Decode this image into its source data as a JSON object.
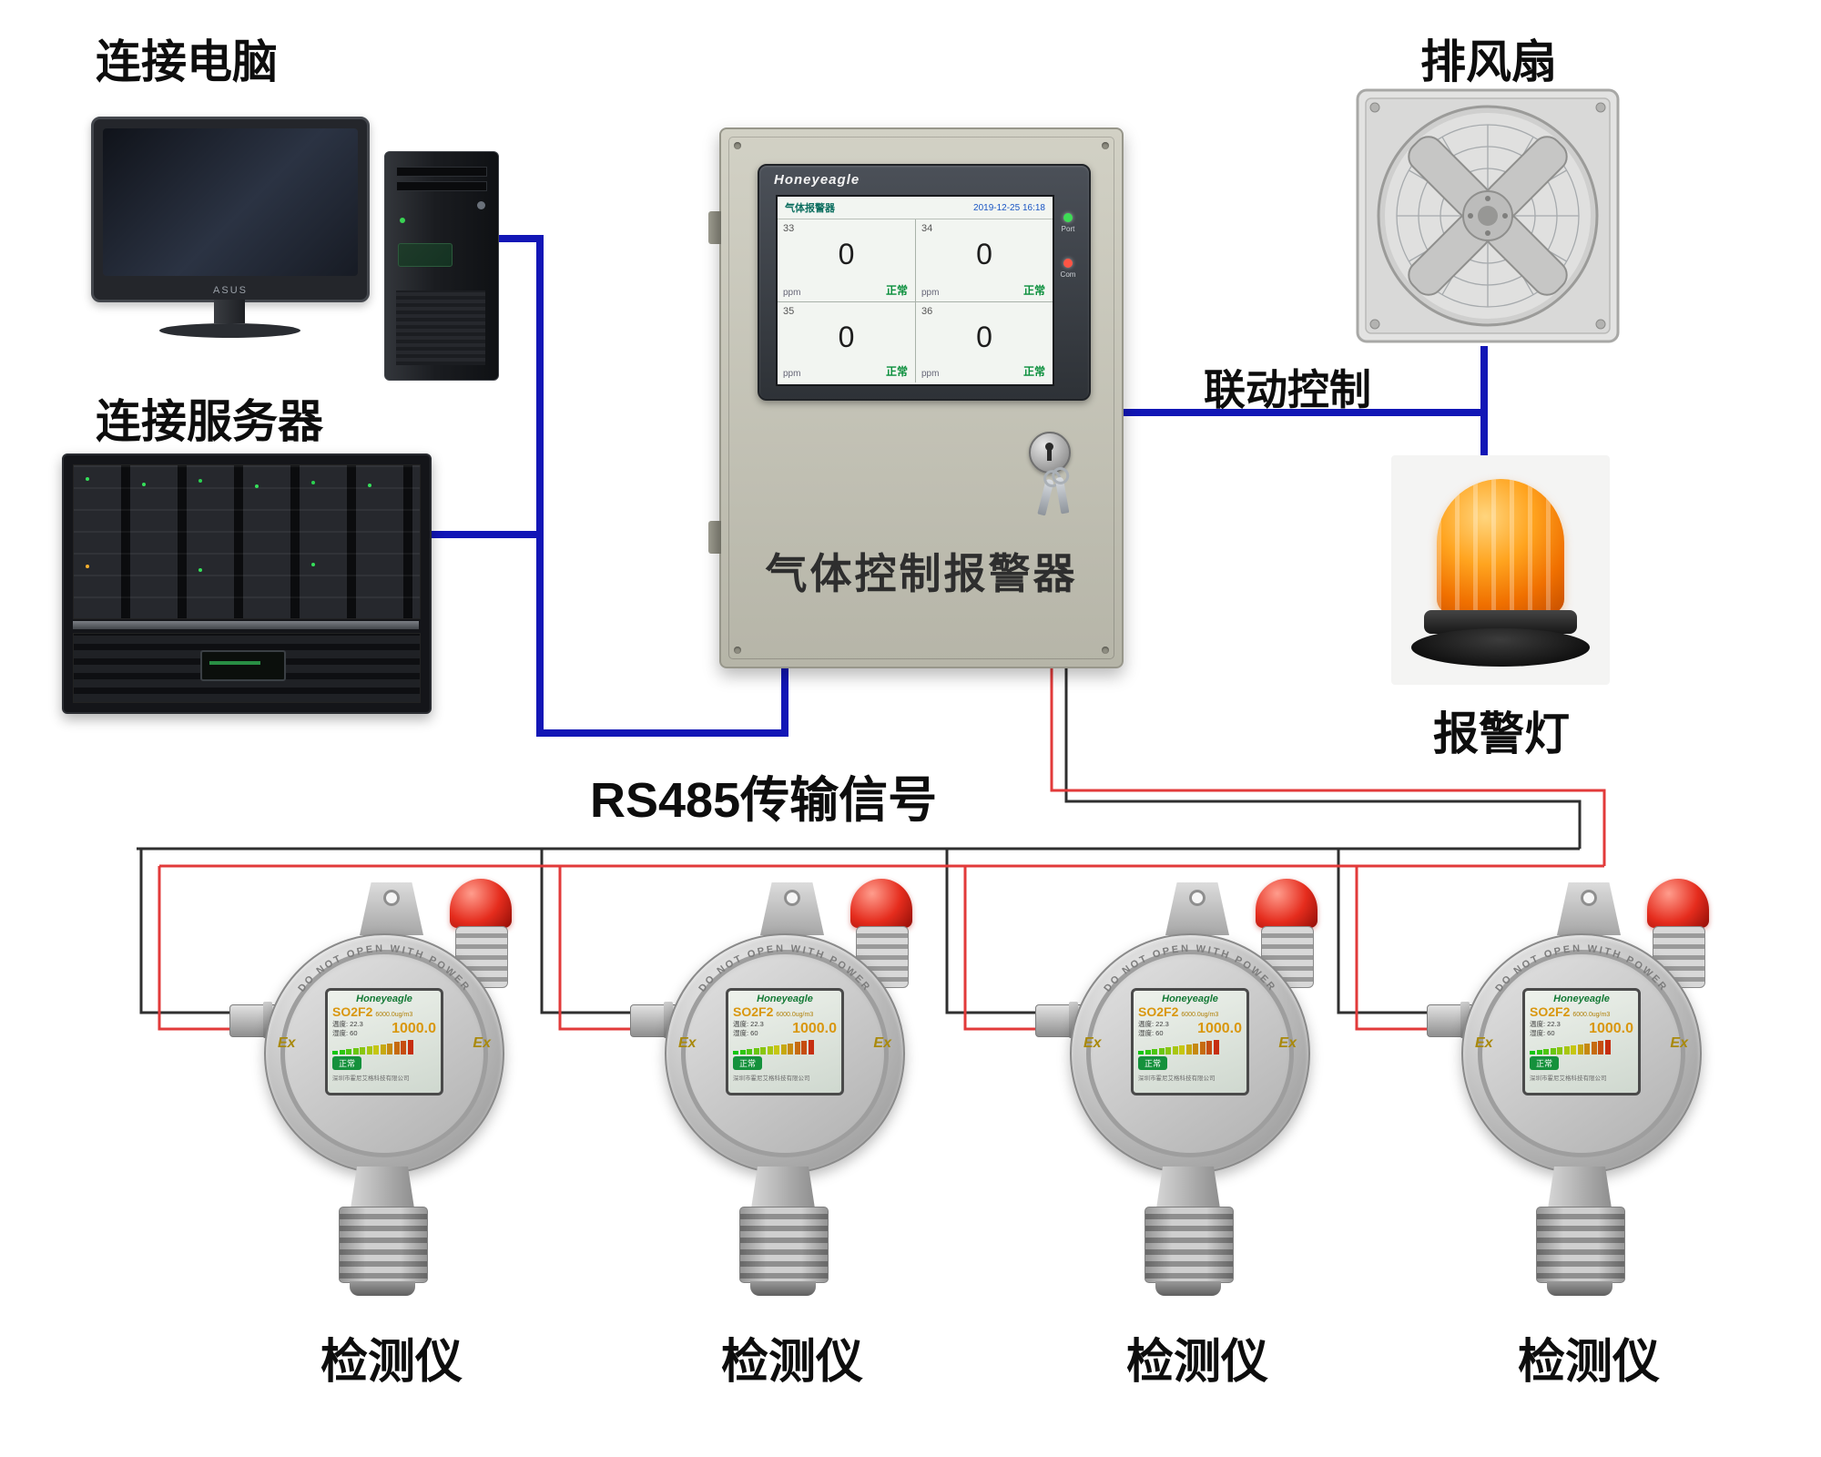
{
  "colors": {
    "wire_blue": "#1216b6",
    "wire_red": "#e23a3a",
    "wire_black": "#2f2f2f",
    "status_green": "#15913c",
    "beacon_orange": "#ff8c1a",
    "detector_beacon_red": "#e32a1e",
    "value_yellow": "#d9970f"
  },
  "labels": {
    "computer": "连接电脑",
    "server": "连接服务器",
    "fan": "排风扇",
    "linkage": "联动控制",
    "alarm_light": "报警灯",
    "rs485": "RS485传输信号"
  },
  "computer": {
    "monitor_brand": "ASUS"
  },
  "panel": {
    "brand": "Honeyeagle",
    "title": "气体控制报警器",
    "screen": {
      "header_title": "气体报警器",
      "header_time": "2019-12-25 16:18",
      "channels": [
        {
          "id": "33",
          "value": "0",
          "unit": "ppm",
          "status": "正常"
        },
        {
          "id": "34",
          "value": "0",
          "unit": "ppm",
          "status": "正常"
        },
        {
          "id": "35",
          "value": "0",
          "unit": "ppm",
          "status": "正常"
        },
        {
          "id": "36",
          "value": "0",
          "unit": "ppm",
          "status": "正常"
        }
      ],
      "leds": [
        {
          "name": "port-led",
          "label": "Port",
          "color": "#3ddc55"
        },
        {
          "name": "com-led",
          "label": "Com",
          "color": "#ff5545"
        }
      ]
    }
  },
  "detector": {
    "label": "检测仪",
    "brand": "Honeyeagle",
    "gas": "SO2F2",
    "range": "6000.0ug/m3",
    "temp": "温度: 22.3",
    "humidity": "湿度: 60",
    "value": "1000.0",
    "status": "正常",
    "company": "深圳市霍尼艾格科技有限公司",
    "ex_mark": "Ex",
    "ring_text": "DO NOT OPEN WITH POWER"
  }
}
